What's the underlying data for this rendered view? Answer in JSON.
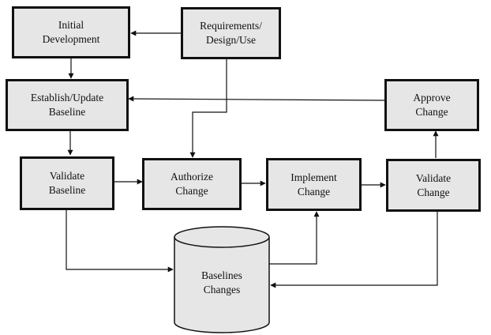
{
  "nodes": {
    "initial_development": {
      "lines": [
        "Initial",
        "Development"
      ]
    },
    "requirements": {
      "lines": [
        "Requirements/",
        "Design/Use"
      ]
    },
    "establish_baseline": {
      "lines": [
        "Establish/Update",
        "Baseline"
      ]
    },
    "approve_change": {
      "lines": [
        "Approve",
        "Change"
      ]
    },
    "validate_baseline": {
      "lines": [
        "Validate",
        "Baseline"
      ]
    },
    "authorize_change": {
      "lines": [
        "Authorize",
        "Change"
      ]
    },
    "implement_change": {
      "lines": [
        "Implement",
        "Change"
      ]
    },
    "validate_change": {
      "lines": [
        "Validate",
        "Change"
      ]
    },
    "baselines_store": {
      "lines": [
        "Baselines",
        "Changes"
      ]
    }
  },
  "colors": {
    "box_fill": "#e6e6e6",
    "stroke": "#111111"
  }
}
